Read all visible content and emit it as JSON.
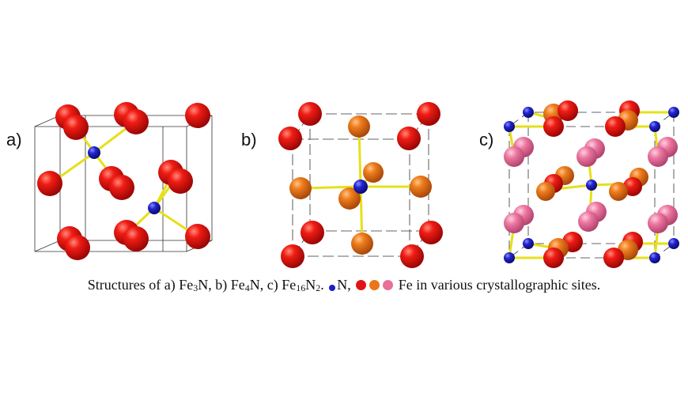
{
  "panels": [
    {
      "label": "a)"
    },
    {
      "label": "b)"
    },
    {
      "label": "c)"
    }
  ],
  "caption": {
    "prefix": "Structures of a) Fe",
    "a_sub": "3",
    "part_b": "N, b) Fe",
    "b_sub": "4",
    "part_c": "N, c) Fe",
    "c_sub1": "16",
    "part_n": "N",
    "c_sub2": "2",
    "after_formula": ".",
    "n_text": "N,",
    "fe_text": "Fe in various crystallographic sites."
  },
  "colors": {
    "nitrogen": "#1d1fc4",
    "fe_red": "#e01414",
    "fe_orange": "#e8761a",
    "fe_pink": "#e8709a",
    "bond": "#e6e01a",
    "cell_edge": "#333333"
  }
}
